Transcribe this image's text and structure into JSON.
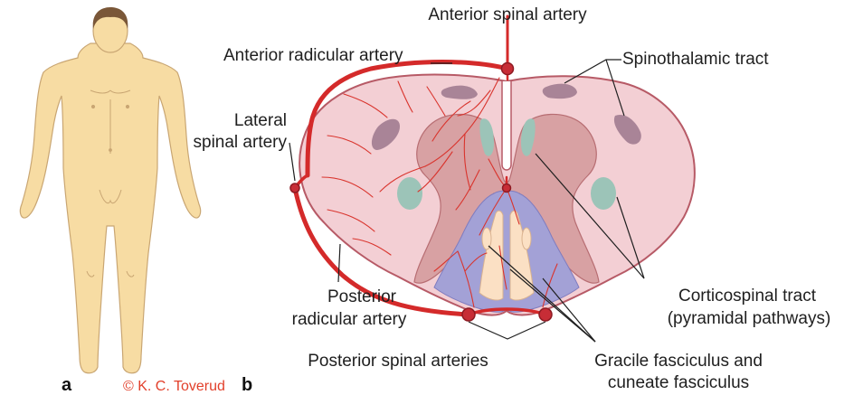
{
  "panels": {
    "a": "a",
    "b": "b"
  },
  "copyright": "© K. C. Toverud",
  "labels": {
    "anterior_spinal_artery": "Anterior spinal artery",
    "anterior_radicular_artery": "Anterior radicular artery",
    "lateral_spinal_artery_1": "Lateral",
    "lateral_spinal_artery_2": "spinal artery",
    "posterior_radicular_artery_1": "Posterior",
    "posterior_radicular_artery_2": "radicular artery",
    "posterior_spinal_arteries": "Posterior spinal arteries",
    "spinothalamic_tract": "Spinothalamic tract",
    "corticospinal_tract_1": "Corticospinal tract",
    "corticospinal_tract_2": "(pyramidal pathways)",
    "gracile_cuneate_1": "Gracile fasciculus and",
    "gracile_cuneate_2": "cuneate fasciculus"
  },
  "colors": {
    "white_matter": "#f3cfd4",
    "grey_matter": "#d8a1a3",
    "dorsal_columns": "#a3a1d6",
    "gracile": "#fbe0c4",
    "spinothalamic": "#a98497",
    "corticospinal": "#9cc4b8",
    "artery": "#d42a2a",
    "skin": "#f7dca3",
    "hair": "#7a5738"
  }
}
